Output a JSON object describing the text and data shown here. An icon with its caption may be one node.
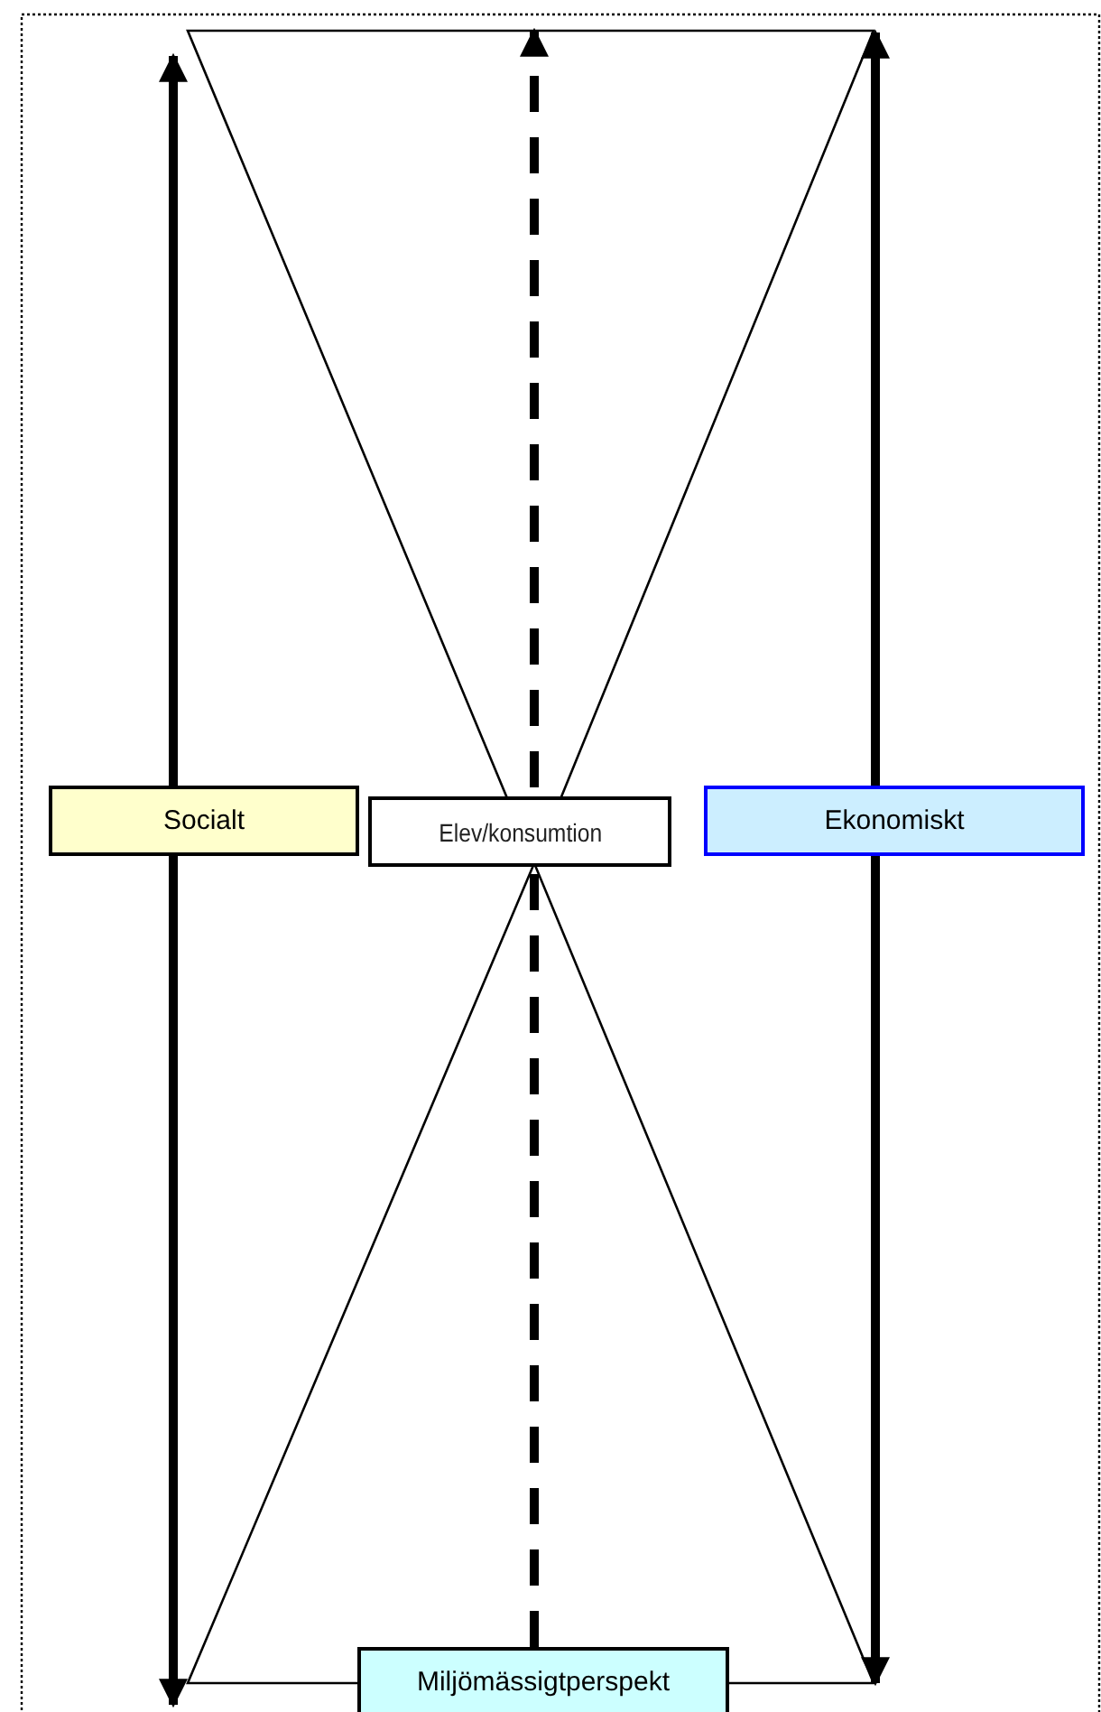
{
  "diagram": {
    "nodes": [
      {
        "text": [
          "Socialt"
        ]
      },
      {
        "text": [
          "Elev/konsumtion"
        ]
      },
      {
        "text": [
          "Ekonomiskt"
        ]
      },
      {
        "text": [
          "Miljömässigtperspekt"
        ]
      }
    ],
    "edges": [
      {
        "from": 0,
        "to": null,
        "arrow": "to"
      },
      {
        "from": 0,
        "to": null,
        "arrow": "to"
      },
      {
        "from": 2,
        "to": null,
        "arrow": "to"
      },
      {
        "from": 2,
        "to": null,
        "arrow": "to"
      },
      {
        "from": 3,
        "to": null,
        "arrow": "to",
        "style": "dashed"
      }
    ]
  }
}
